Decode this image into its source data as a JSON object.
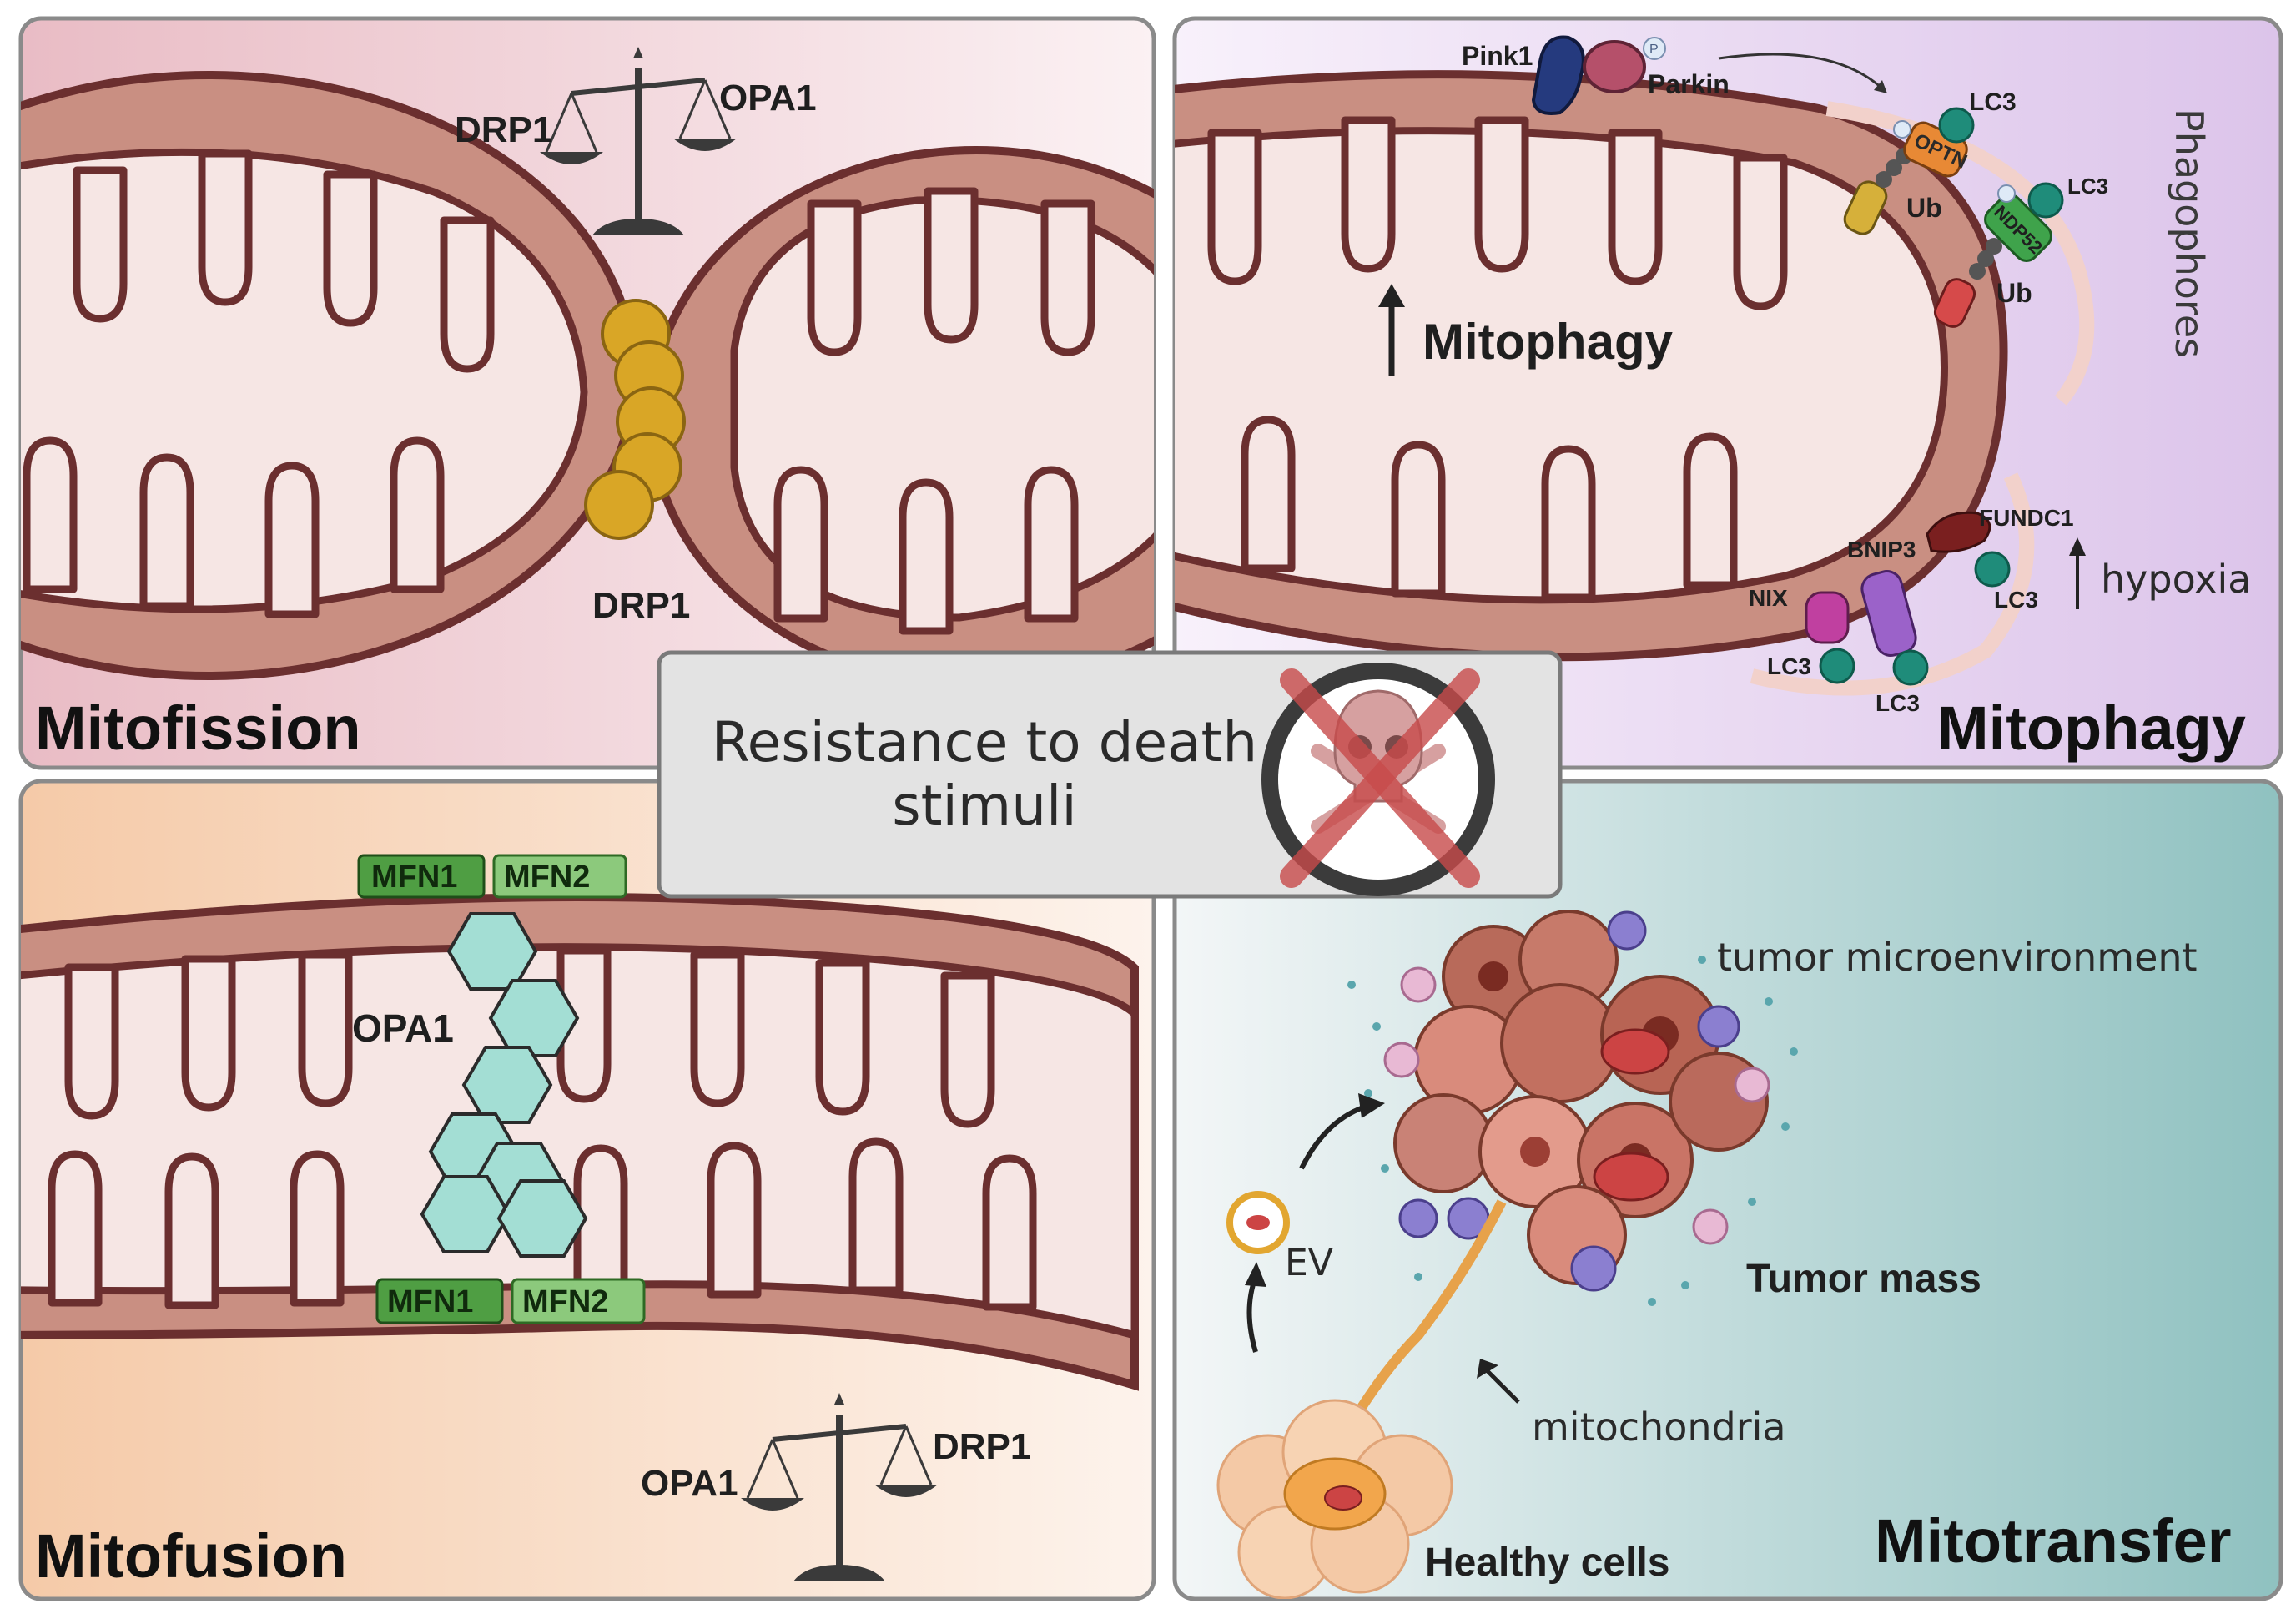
{
  "panels": {
    "mitofission": {
      "title": "Mitofission",
      "scale_left": "DRP1",
      "scale_right": "OPA1",
      "ring_label": "DRP1"
    },
    "mitophagy": {
      "title": "Mitophagy",
      "center_label": "Mitophagy",
      "pink1": "Pink1",
      "parkin": "Parkin",
      "p": "P",
      "optn": "OPTN",
      "ndp52": "NDP52",
      "ub": "Ub",
      "lc3": "LC3",
      "phagophores": "Phagophores",
      "fundc1": "FUNDC1",
      "bnip3": "BNIP3",
      "nix": "NIX",
      "hypoxia": "hypoxia"
    },
    "mitofusion": {
      "title": "Mitofusion",
      "mfn1": "MFN1",
      "mfn2": "MFN2",
      "opa1": "OPA1",
      "scale_left": "OPA1",
      "scale_right": "DRP1"
    },
    "mitotransfer": {
      "title": "Mitotransfer",
      "tme": "tumor microenvironment",
      "tumor_mass": "Tumor mass",
      "ev": "EV",
      "mitochondria": "mitochondria",
      "healthy_cells": "Healthy cells"
    }
  },
  "center_box": {
    "line1": "Resistance to death",
    "line2": "stimuli"
  },
  "colors": {
    "membrane": "#6b2f2f",
    "mito_fill": "#c98f82",
    "matrix": "#f6e6e4",
    "drp1_gold": "#d9a626",
    "mfn_dark": "#4f9e43",
    "mfn_light": "#8cc97c",
    "opa1_hex": "#a3ded4",
    "lc3_teal": "#1f8c7a",
    "optn_orange": "#e88935",
    "ndp52_green": "#3fa34b",
    "cross_red": "#c84b4b"
  },
  "icons": [
    "balance-scale-icon",
    "skull-crossbones-icon",
    "up-arrow-icon"
  ]
}
